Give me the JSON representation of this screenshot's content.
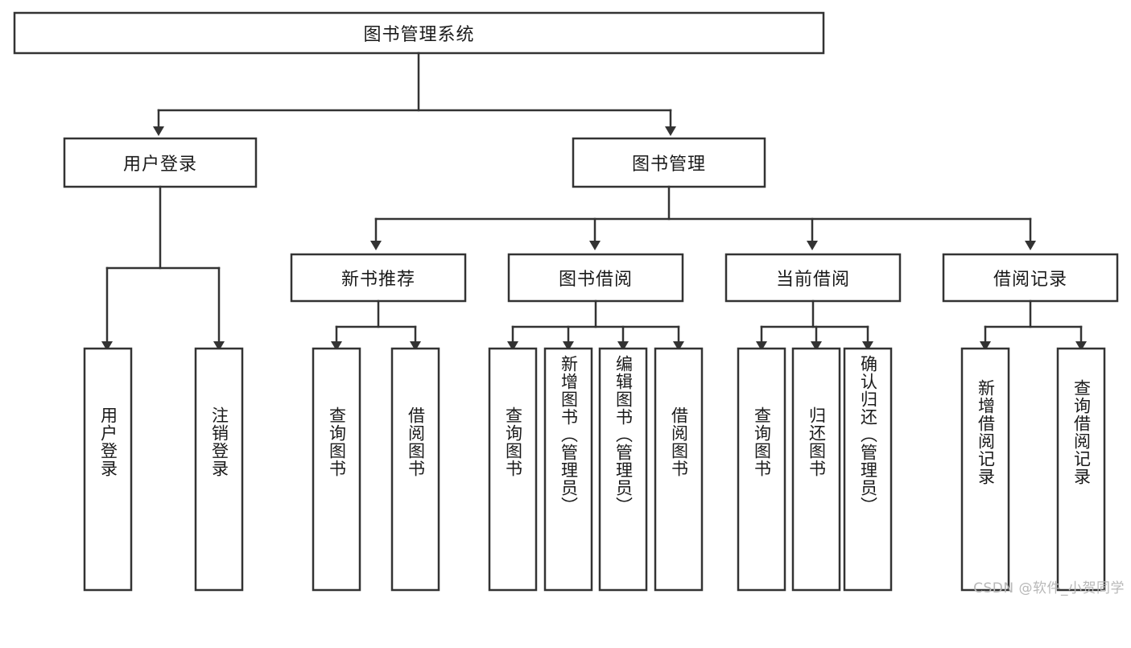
{
  "diagram": {
    "title": "图书管理系统",
    "type": "hierarchy-tree",
    "watermark": "CSDN @软件_小贺同学",
    "colors": {
      "box_stroke": "#333333",
      "box_fill": "#ffffff",
      "text": "#1a1a1a",
      "background": "#ffffff",
      "watermark": "#b8b8b8"
    },
    "root": {
      "label": "图书管理系统"
    },
    "level1": [
      {
        "id": "user-login",
        "label": "用户登录"
      },
      {
        "id": "book-management",
        "label": "图书管理"
      }
    ],
    "level2": [
      {
        "id": "new-book-recommend",
        "label": "新书推荐",
        "parent": "book-management"
      },
      {
        "id": "book-borrow",
        "label": "图书借阅",
        "parent": "book-management"
      },
      {
        "id": "current-borrow",
        "label": "当前借阅",
        "parent": "book-management"
      },
      {
        "id": "borrow-record",
        "label": "借阅记录",
        "parent": "book-management"
      }
    ],
    "leaves": [
      {
        "id": "leaf-user-login",
        "label": "用户登录",
        "parent": "user-login"
      },
      {
        "id": "leaf-logout-login",
        "label": "注销登录",
        "parent": "user-login"
      },
      {
        "id": "leaf-query-book-1",
        "label": "查询图书",
        "parent": "new-book-recommend"
      },
      {
        "id": "leaf-borrow-book-1",
        "label": "借阅图书",
        "parent": "new-book-recommend"
      },
      {
        "id": "leaf-query-book-2",
        "label": "查询图书",
        "parent": "book-borrow"
      },
      {
        "id": "leaf-add-book",
        "label": "新增图书（管理员）",
        "parent": "book-borrow"
      },
      {
        "id": "leaf-edit-book",
        "label": "编辑图书（管理员）",
        "parent": "book-borrow"
      },
      {
        "id": "leaf-borrow-book-2",
        "label": "借阅图书",
        "parent": "book-borrow"
      },
      {
        "id": "leaf-query-book-3",
        "label": "查询图书",
        "parent": "current-borrow"
      },
      {
        "id": "leaf-return-book",
        "label": "归还图书",
        "parent": "current-borrow"
      },
      {
        "id": "leaf-confirm-return",
        "label": "确认归还（管理员）",
        "parent": "current-borrow"
      },
      {
        "id": "leaf-add-record",
        "label": "新增借阅记录",
        "parent": "borrow-record"
      },
      {
        "id": "leaf-query-record",
        "label": "查询借阅记录",
        "parent": "borrow-record"
      }
    ]
  }
}
